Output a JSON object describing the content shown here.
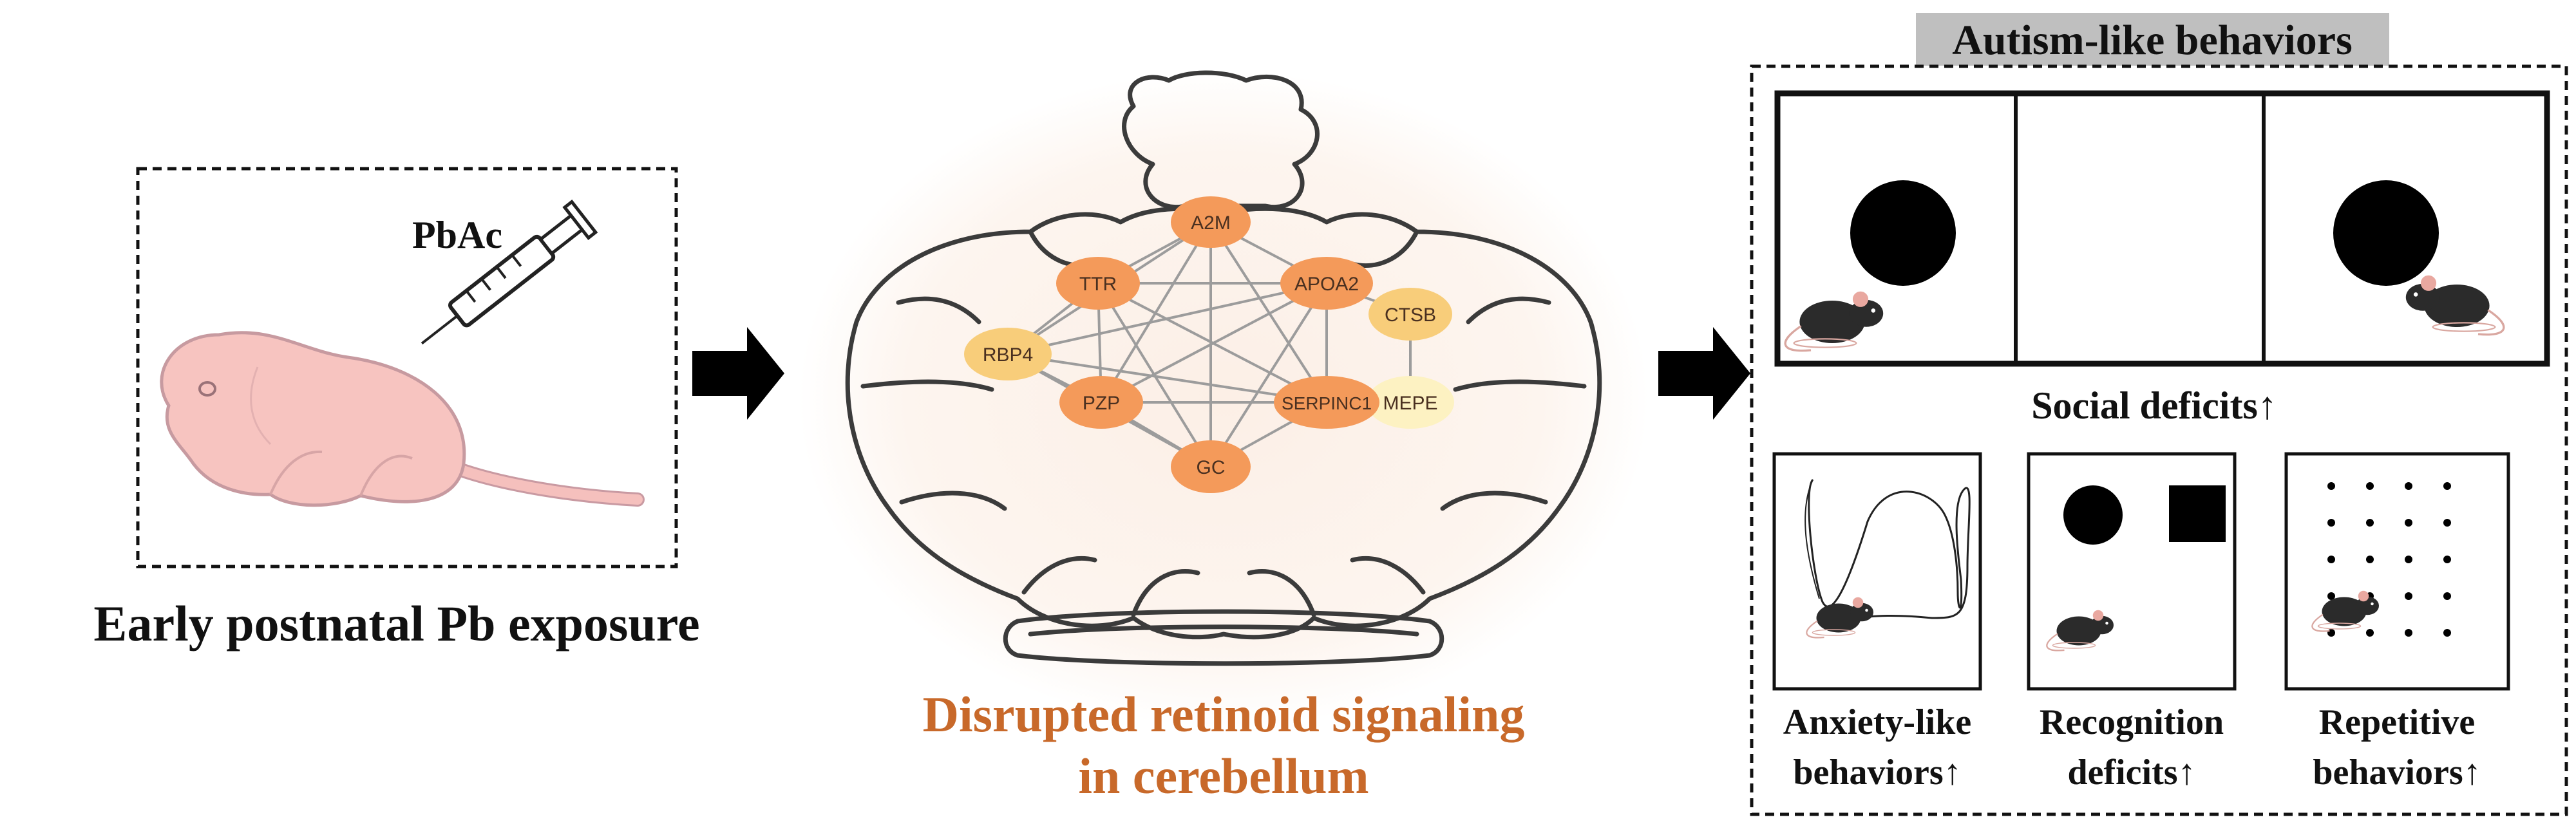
{
  "exposure": {
    "drug_label": "PbAc",
    "caption": "Early postnatal Pb exposure"
  },
  "cerebellum": {
    "caption_line1": "Disrupted retinoid signaling",
    "caption_line2": "in cerebellum",
    "caption_color": "#C8692A",
    "network": {
      "nodes": [
        {
          "id": "a2m",
          "label": "A2M",
          "color": "#F49A5A"
        },
        {
          "id": "ttr",
          "label": "TTR",
          "color": "#F49A5A"
        },
        {
          "id": "apoa2",
          "label": "APOA2",
          "color": "#F49A5A"
        },
        {
          "id": "ctsb",
          "label": "CTSB",
          "color": "#F8CD7A"
        },
        {
          "id": "rbp4",
          "label": "RBP4",
          "color": "#F8CD7A"
        },
        {
          "id": "mepe",
          "label": "MEPE",
          "color": "#FDF2C2"
        },
        {
          "id": "pzp",
          "label": "PZP",
          "color": "#F49A5A"
        },
        {
          "id": "serpinc1",
          "label": "SERPINC1",
          "color": "#F49A5A"
        },
        {
          "id": "gc",
          "label": "GC",
          "color": "#F49A5A"
        }
      ]
    }
  },
  "behaviors": {
    "title": "Autism-like behaviors",
    "social_label": "Social deficits↑",
    "anxiety_line1": "Anxiety-like",
    "anxiety_line2": "behaviors↑",
    "recognition_line1": "Recognition",
    "recognition_line2": "deficits↑",
    "repetitive_line1": "Repetitive",
    "repetitive_line2": "behaviors↑"
  }
}
